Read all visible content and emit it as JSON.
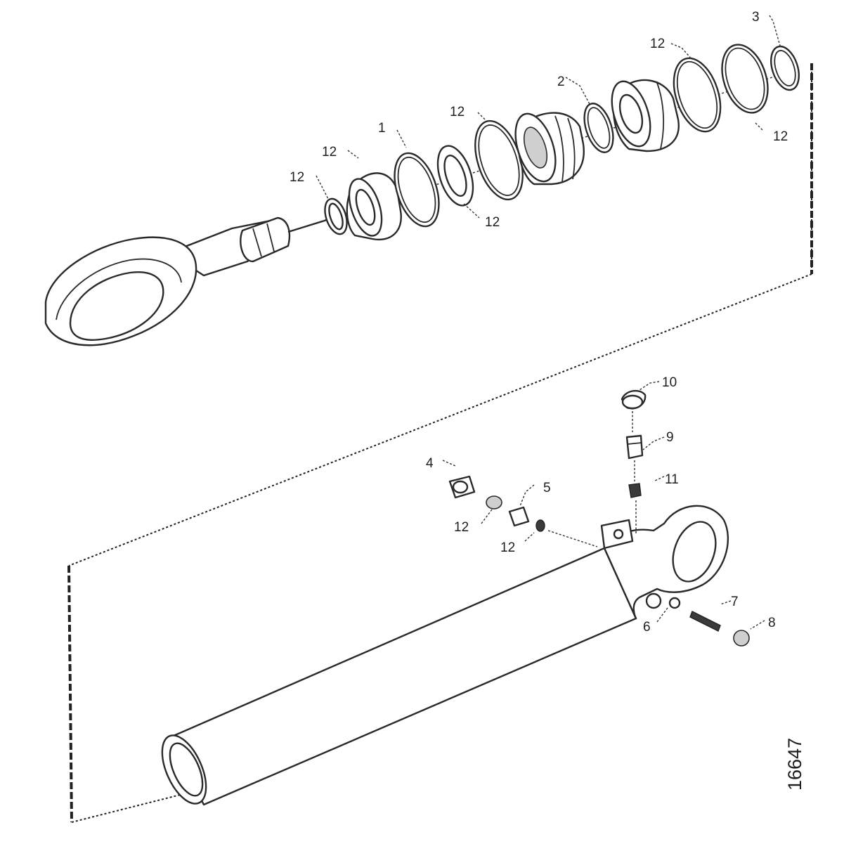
{
  "figure_number": "16647",
  "callouts": {
    "c1": "1",
    "c2": "2",
    "c3": "3",
    "c4": "4",
    "c5": "5",
    "c6": "6",
    "c7": "7",
    "c8": "8",
    "c9": "9",
    "c10": "10",
    "c11": "11",
    "c12a": "12",
    "c12b": "12",
    "c12c": "12",
    "c12d": "12",
    "c12e": "12",
    "c12f": "12",
    "c12g": "12",
    "c12h": "12"
  },
  "colors": {
    "line": "#2a2a2a",
    "background": "#ffffff"
  }
}
